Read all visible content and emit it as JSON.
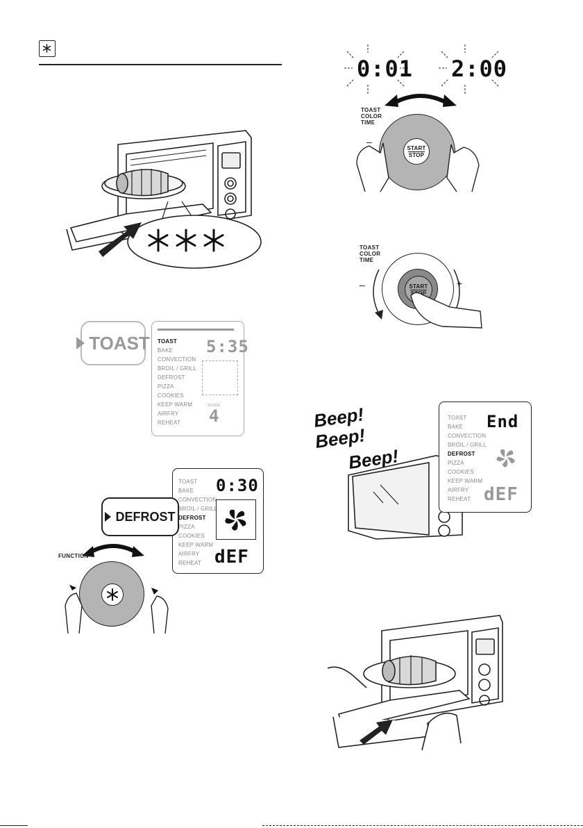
{
  "header": {
    "section_icon": "snowflake-icon"
  },
  "toast_callout": {
    "label": "TOAST"
  },
  "defrost_callout": {
    "label": "DEFROST"
  },
  "function_dial": {
    "label": "FUNCTION",
    "center_icon": "snowflake-icon"
  },
  "time_dial": {
    "label_lines": [
      "TOAST",
      "COLOR",
      "TIME"
    ],
    "minus": "–",
    "plus": "+",
    "button_top": "START",
    "button_bottom": "STOP"
  },
  "time_range": {
    "min_display": "0:01",
    "max_display": "2:00"
  },
  "panel_toast": {
    "menu": [
      "TOAST",
      "BAKE",
      "CONVECTION",
      "BROIL / GRILL",
      "DEFROST",
      "PIZZA",
      "COOKIES",
      "KEEP WARM",
      "AIRFRY",
      "REHEAT"
    ],
    "active_index": 0,
    "time_display": "5:35",
    "slices_label": "SLICES",
    "slices_value": "4"
  },
  "panel_defrost": {
    "menu": [
      "TOAST",
      "BAKE",
      "CONVECTION",
      "BROIL / GRILL",
      "DEFROST",
      "PIZZA",
      "COOKIES",
      "KEEP WARM",
      "AIRFRY",
      "REHEAT"
    ],
    "active_index": 4,
    "time_display": "0:30",
    "mode_display": "dEF"
  },
  "panel_end": {
    "menu": [
      "TOAST",
      "BAKE",
      "CONVECTION",
      "BROIL / GRILL",
      "DEFROST",
      "PIZZA",
      "COOKIES",
      "KEEP WARM",
      "AIRFRY",
      "REHEAT"
    ],
    "active_index": 4,
    "time_display": "End",
    "mode_display": "dEF"
  },
  "beeps": [
    "Beep!",
    "Beep!",
    "Beep!"
  ],
  "colors": {
    "ink": "#1a1a1a",
    "dial_gray": "#b4b4b4",
    "lcd_dim": "#8a8a8a"
  }
}
